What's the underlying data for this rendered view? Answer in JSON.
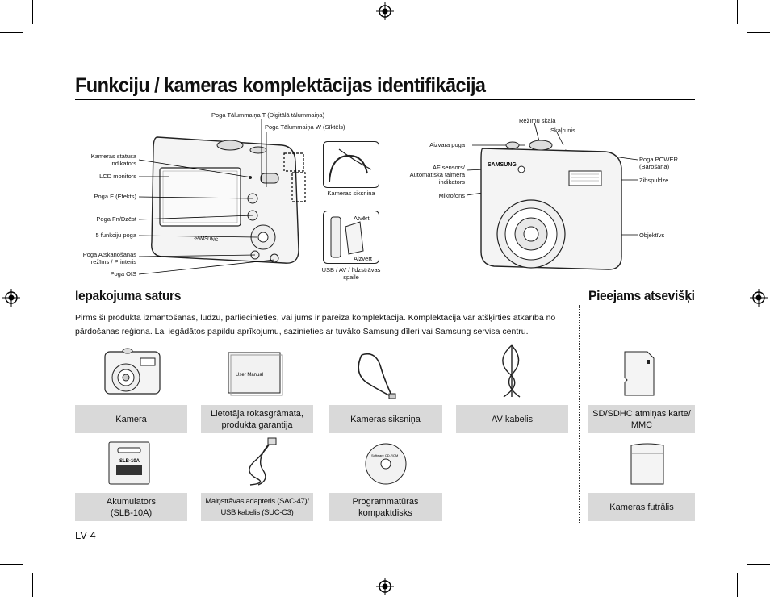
{
  "title": "Funkciju / kameras komplektācijas identifikācija",
  "camera_back_labels": {
    "zoom_t": "Poga Tālummaiņa T (Digitālā tālummaiņa)",
    "zoom_w": "Poga Tālummaiņa W (Sīktēls)",
    "status_led": "Kameras statusa\nindikators",
    "lcd": "LCD monitors",
    "e_button": "Poga E (Efekts)",
    "fn_delete": "Poga Fn/Dzēst",
    "five_function": "5 funkciju poga",
    "playback": "Poga Atskaņošanas\nrežīms / Printeris",
    "ois": "Poga OIS",
    "strap_detail": "Kameras siksniņa",
    "open": "Atvērt",
    "close": "Aizvērt",
    "usb_port": "USB / AV / līdzstrāvas\nspaile"
  },
  "camera_front_labels": {
    "mode_dial": "Režīmu skala",
    "speaker": "Skaļrunis",
    "shutter": "Aizvara poga",
    "af_sensor": "AF sensors/\nAutomātiskā taimera\nindikators",
    "microphone": "Mikrofons",
    "power": "Poga POWER\n(Barošana)",
    "flash": "Zibspuldze",
    "lens": "Objektīvs",
    "brand": "SAMSUNG"
  },
  "section_contents": {
    "heading": "Iepakojuma saturs",
    "intro": "Pirms šī produkta izmantošanas, lūdzu, pārliecinieties, vai jums ir pareizā komplektācija. Komplektācija var atšķirties atkarībā no pārdošanas reģiona. Lai iegādātos papildu aprīkojumu, sazinieties ar tuvāko Samsung dīleri vai Samsung servisa centru.",
    "items": [
      {
        "label": "Kamera",
        "icon": "camera-icon"
      },
      {
        "label": "Lietotāja rokasgrāmata,\nprodukta garantija",
        "icon": "manual-icon",
        "manual_text": "User Manual"
      },
      {
        "label": "Kameras siksniņa",
        "icon": "strap-icon"
      },
      {
        "label": "AV kabelis",
        "icon": "av-cable-icon"
      },
      {
        "label": "Akumulators\n(SLB-10A)",
        "icon": "battery-icon",
        "battery_text": "SLB-10A"
      },
      {
        "label": "Maiņstrāvas adapteris (SAC-47)/\nUSB kabelis (SUC-C3)",
        "icon": "adapter-icon"
      },
      {
        "label": "Programmatūras\nkompaktdisks",
        "icon": "cd-icon",
        "cd_text": "Software CD-ROM"
      }
    ]
  },
  "section_optional": {
    "heading": "Pieejams atsevišķi",
    "items": [
      {
        "label": "SD/SDHC atmiņas karte/\nMMC",
        "icon": "sd-card-icon"
      },
      {
        "label": "Kameras futrālis",
        "icon": "case-icon"
      }
    ]
  },
  "page_number": "LV-4"
}
